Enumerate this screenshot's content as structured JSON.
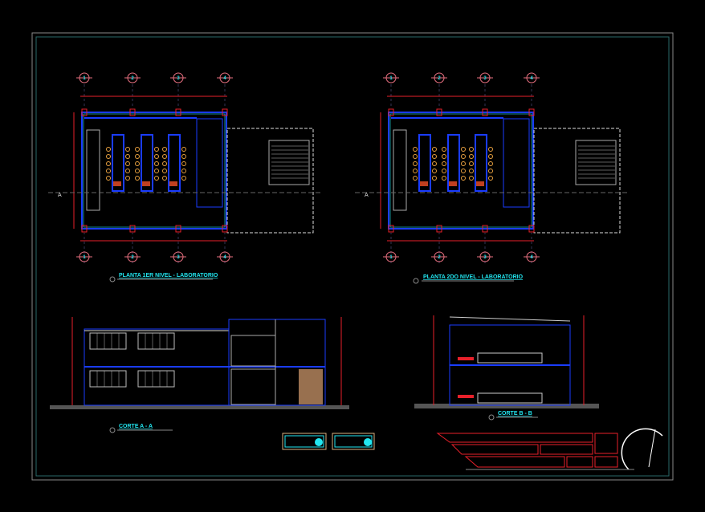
{
  "drawing": {
    "plans": [
      {
        "title": "PLANTA 1ER NIVEL - LABORATORIO",
        "grid_labels": [
          "1",
          "2",
          "3",
          "4"
        ]
      },
      {
        "title": "PLANTA 2DO NIVEL - LABORATORIO",
        "grid_labels": [
          "1",
          "2",
          "3",
          "4"
        ]
      }
    ],
    "sections": [
      {
        "title": "CORTE A - A"
      },
      {
        "title": "CORTE B - B"
      }
    ],
    "section_marker": "A",
    "colors": {
      "background": "#000000",
      "walls": "#e0e0e0",
      "columns": "#e8202a",
      "blue": "#1a3cff",
      "cyan": "#22e6f0",
      "frame": "#8a8a8a"
    }
  }
}
